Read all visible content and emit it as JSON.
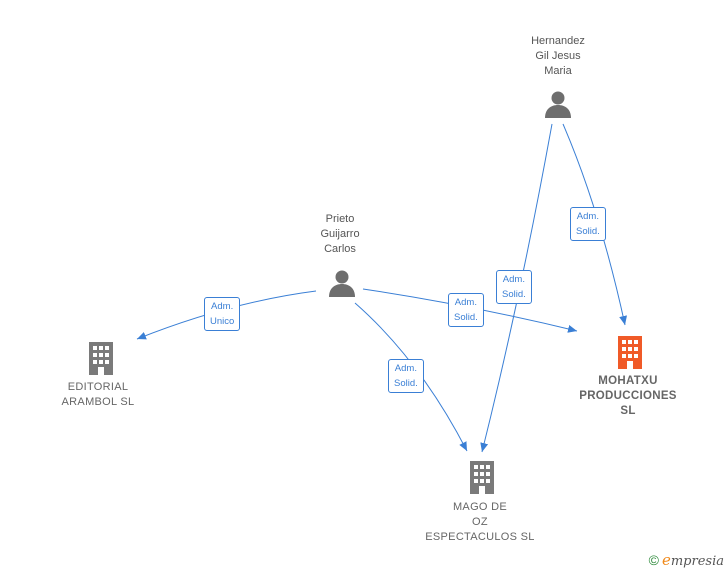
{
  "people": [
    {
      "id": "hernandez",
      "label": "Hernandez\nGil Jesus\nMaria"
    },
    {
      "id": "prieto",
      "label": "Prieto\nGuijarro\nCarlos"
    }
  ],
  "companies": [
    {
      "id": "editorial",
      "label": "EDITORIAL\nARAMBOL  SL",
      "highlight": false
    },
    {
      "id": "mohatxu",
      "label": "MOHATXU\nPRODUCCIONES\nSL",
      "highlight": true
    },
    {
      "id": "mago",
      "label": "MAGO DE\nOZ\nESPECTACULOS SL",
      "highlight": false
    }
  ],
  "edges": [
    {
      "from": "prieto",
      "to": "editorial",
      "label": "Adm.\nUnico"
    },
    {
      "from": "prieto",
      "to": "mago",
      "label": "Adm.\nSolid."
    },
    {
      "from": "prieto",
      "to": "mohatxu",
      "label": "Adm.\nSolid."
    },
    {
      "from": "hernandez",
      "to": "mago",
      "label": "Adm.\nSolid."
    },
    {
      "from": "hernandez",
      "to": "mohatxu",
      "label": "Adm.\nSolid."
    }
  ],
  "colors": {
    "edge": "#3a7fd5",
    "person_icon": "#6e6e6e",
    "company_icon": "#7a7a7a",
    "company_highlight": "#f05a28"
  },
  "footer": {
    "copyright": "©",
    "brand_initial": "e",
    "brand_rest": "mpresia"
  }
}
